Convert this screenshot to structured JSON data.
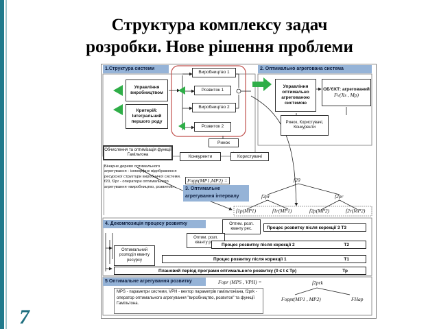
{
  "title_line1": "Структура комплексу задач",
  "title_line2": "розробки. Нове рішення проблеми",
  "page_number": "7",
  "diagram": {
    "sec1_header": "1.Структура системи",
    "sec2_header": "2. Оптимально агрегована система",
    "mgmt_system": "Управління виробництвом",
    "criterion": "Критерій: Інтегральний першого роду",
    "prod1": "Виробництво 1",
    "dev1": "Розвиток 1",
    "prod2": "Виробництво 2",
    "dev2": "Розвиток 2",
    "market": "Ринок",
    "competitors": "Конкуренти",
    "users": "Користувачі",
    "calc_box": "Обчислення та оптимізація функції Гамільтона",
    "binary_tree_note": "Бінарне дерево оптимального агрегування - ізоморфне відображення ресурсної структури виробничої системи. f20, f2pr - оператори оптимального агрегування «виробництво, розвиток».",
    "opt_mgmt": "Управління оптимально агрегованою системою",
    "object_title": "ОБ'ЄКТ: агрегований",
    "object_formula": "Fv(Xs , Mp)",
    "market_group": "Ринок, Користувачі, Конкуренти",
    "fopp_formula": "Fopp(MP1,MP2) =",
    "f20": "f20",
    "sec3_header": "3. Оптимальне агрегування інтервалу",
    "f2pr_left": "f2pr",
    "f2pr_right": "f2pr",
    "leaf1": "f1p(MP1)",
    "leaf2": "f1r(MP1)",
    "leaf3": "f2p(MP2)",
    "leaf4": "f2r(MP2)",
    "sec4_header": "4. Декомпозиція процесу розвитку",
    "opt_dist_1": "Оптим. розп. кванту рес.",
    "bar_t3": "Процес розвитку після корекції 3  Т3",
    "opt_dist_2": "Оптим. розп. кванту рес.",
    "bar_t2_label": "Процес розвитку після корекції 2",
    "bar_t2_tag": "Т2",
    "opt_dist_3": "Оптимальний розподіл кванту ресурсу",
    "bar_t1_label": "Процес розвитку після корекції 1",
    "bar_t1_tag": "Т1",
    "bar_tp_label": "Плановий період програми оптимального розвитку (0 ≤ t ≤  Tp)",
    "bar_tp_tag": "Тр",
    "sec5_header": "5 Оптимальне агрегування розвитку",
    "fopr_formula": "Fopr (MPS , VPH)  =",
    "f2prk": "f2prk",
    "foppt_formula": "Foppt(MP1 , MP2)",
    "fhap": "FHap",
    "bottom_note": "MPS - параметри системи, VPH - вектор параметрів гамільтоніана, f2prk - оператор оптимального агрегування \"виробництво, розвиток\" та функції Гамільтона."
  },
  "colors": {
    "accent": "#1f7a8c",
    "section_header": "#95b3d7",
    "green_arrow": "#2fae48",
    "highlight_frame": "#c0504d"
  }
}
